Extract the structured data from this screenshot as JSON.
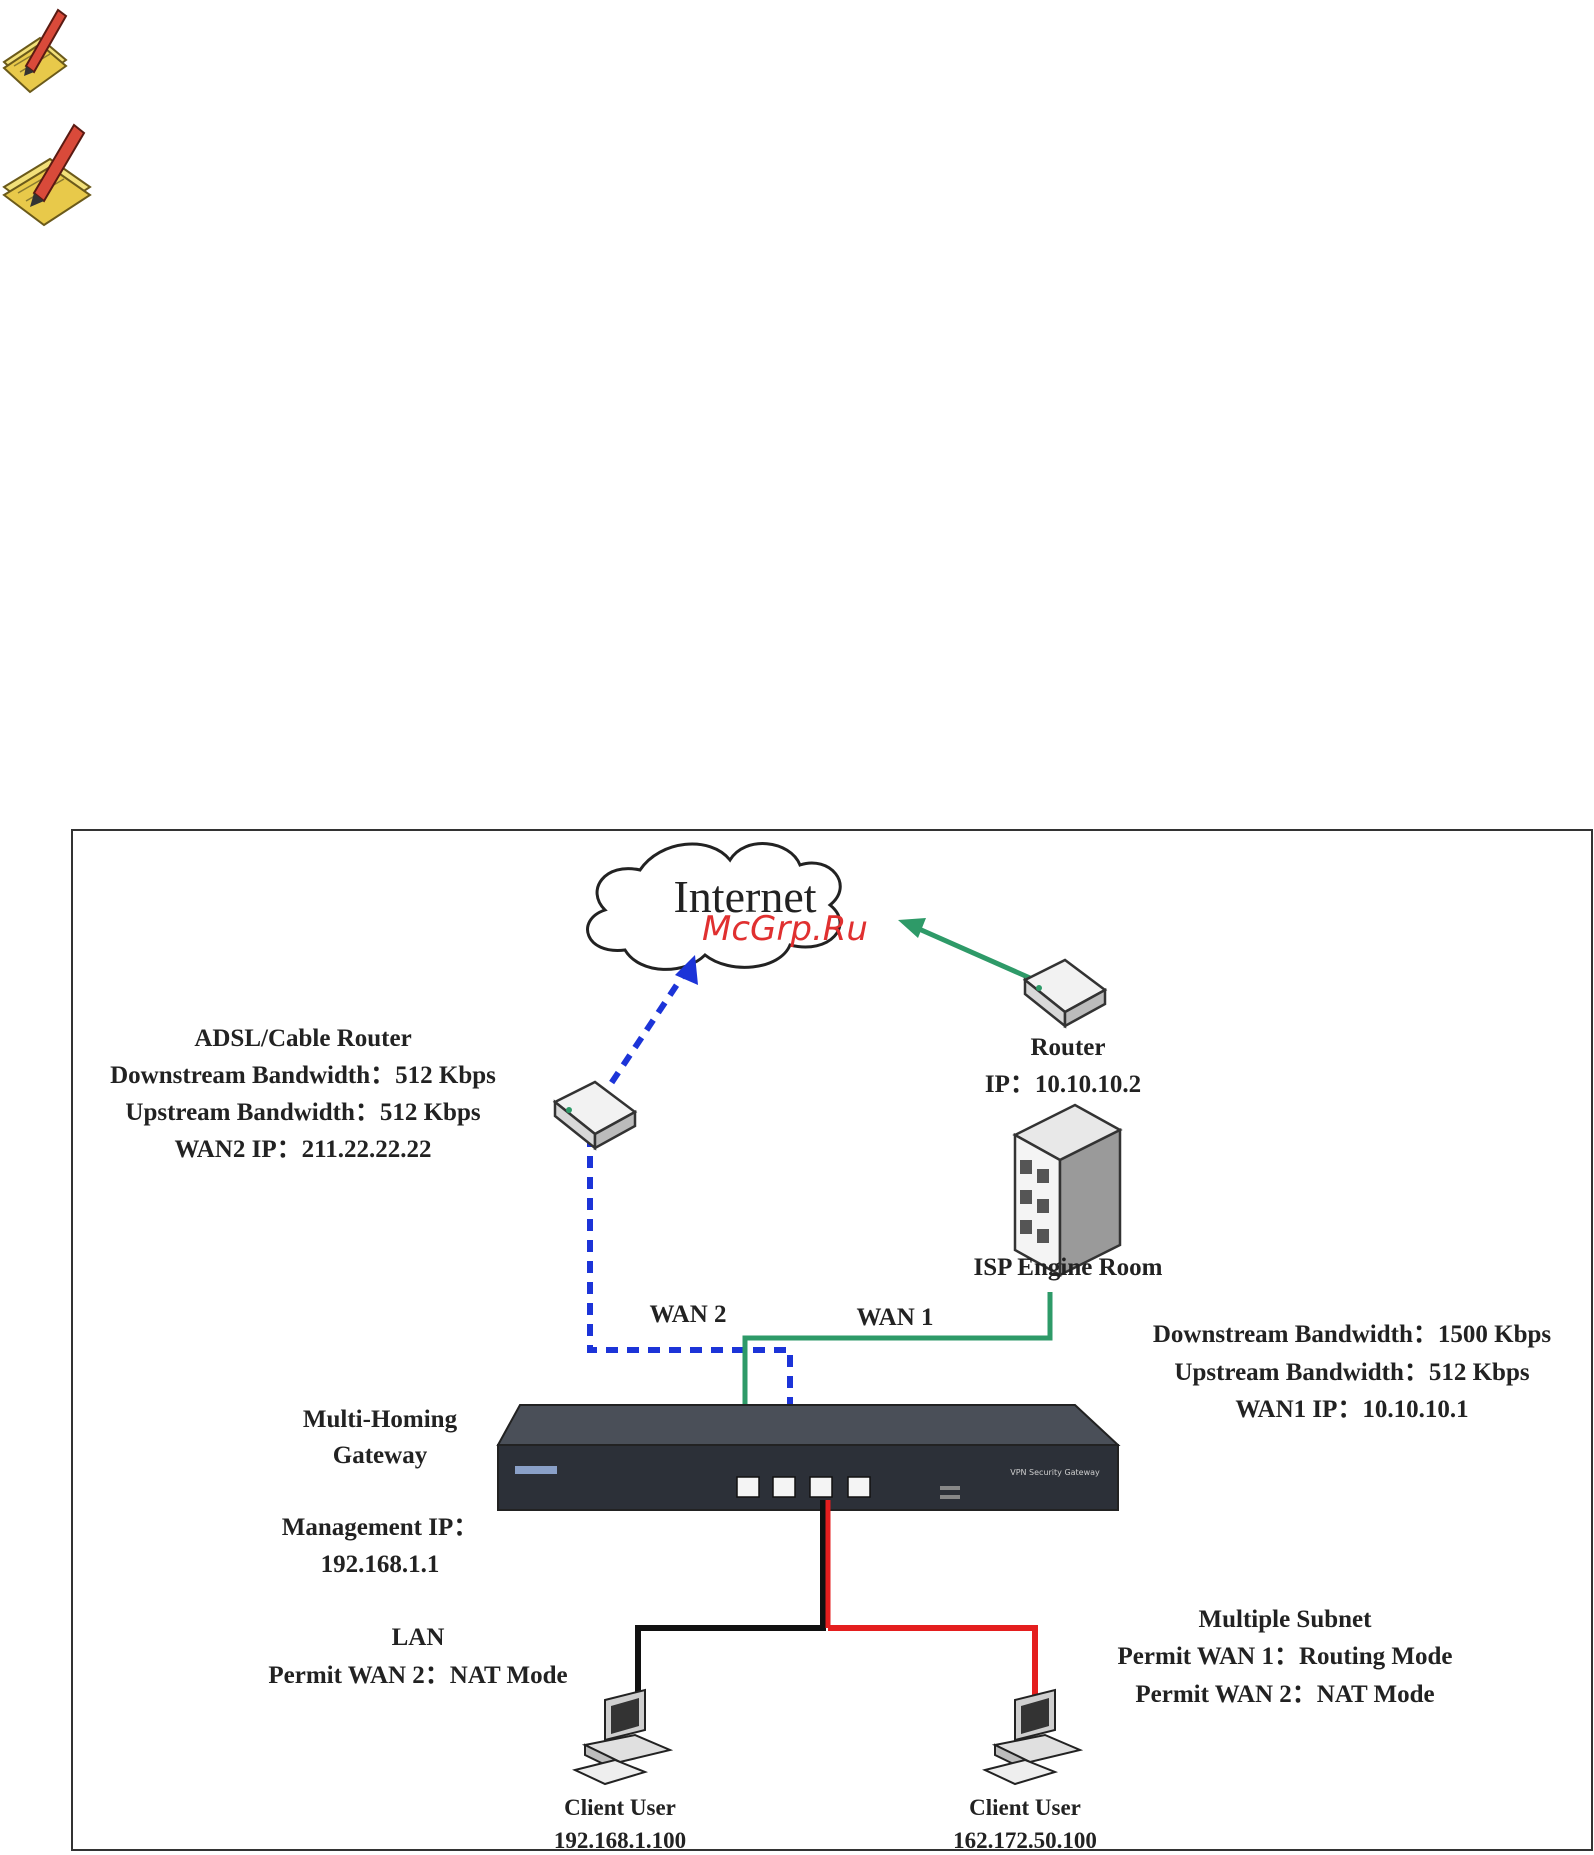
{
  "diagram": {
    "cloud_label": "Internet",
    "watermark": "McGrp.Ru",
    "adsl": {
      "title": "ADSL/Cable Router",
      "down": "Downstream Bandwidth：512 Kbps",
      "up": "Upstream Bandwidth：512 Kbps",
      "wan_ip": "WAN2 IP：211.22.22.22"
    },
    "router": {
      "title": "Router",
      "ip": "IP：10.10.10.2"
    },
    "isp": "ISP Engine Room",
    "wan2": "WAN 2",
    "wan1": "WAN 1",
    "wan1_info": {
      "down": "Downstream Bandwidth：1500 Kbps",
      "up": "Upstream Bandwidth：512 Kbps",
      "wan_ip": "WAN1 IP：10.10.10.1"
    },
    "gateway": {
      "line1": "Multi-Homing",
      "line2": "Gateway",
      "panel": "VPN Security Gateway"
    },
    "management": {
      "line1": "Management IP：",
      "line2": "192.168.1.1"
    },
    "lan": {
      "title": "LAN",
      "permit": "Permit WAN 2：NAT Mode"
    },
    "subnet": {
      "title": "Multiple Subnet",
      "permit1": "Permit WAN 1：Routing Mode",
      "permit2": "Permit WAN 2：NAT Mode"
    },
    "client1": {
      "title": "Client User",
      "ip": "192.168.1.100"
    },
    "client2": {
      "title": "Client User",
      "ip": "162.172.50.100"
    },
    "colors": {
      "wan1_line": "#2e9a68",
      "wan2_line": "#1c34d8",
      "lan_line": "#111111",
      "subnet_line": "#e41e1e"
    }
  }
}
